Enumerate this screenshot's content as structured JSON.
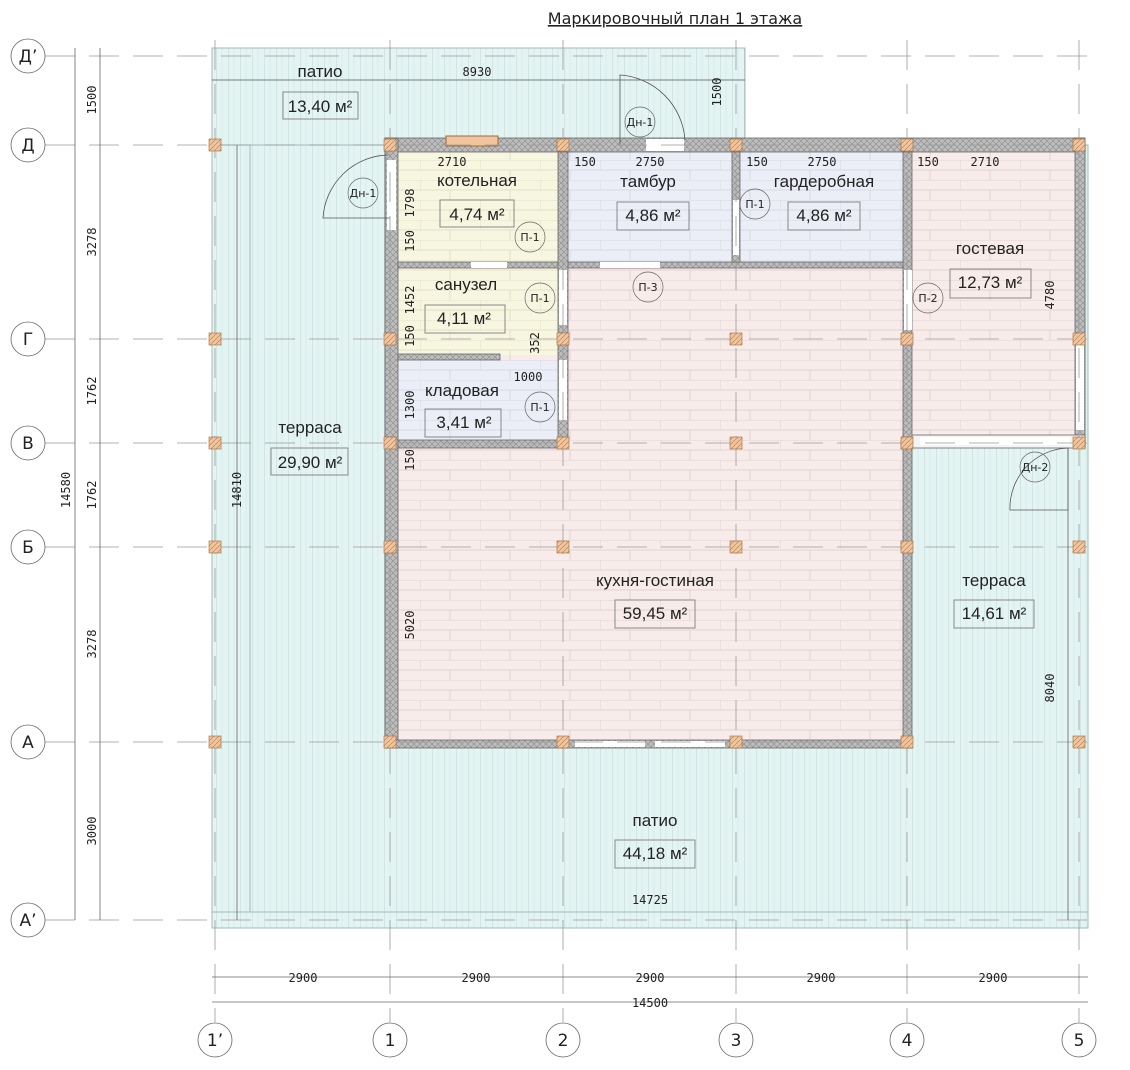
{
  "title": "Маркировочный план 1 этажа",
  "colors": {
    "terrace": "#e3f4f3",
    "warm": "#f8eceb",
    "cool": "#eceef7",
    "yellow": "#f7f6e0",
    "wall": "#b9b9b9",
    "column": "#f0c49c"
  },
  "rows": [
    "Д’",
    "Д",
    "Г",
    "В",
    "Б",
    "А",
    "А’"
  ],
  "cols": [
    "1’",
    "1",
    "2",
    "3",
    "4",
    "5"
  ],
  "rooms": {
    "patio_top": {
      "name": "патио",
      "area": "13,40 м²"
    },
    "terrace_left": {
      "name": "терраса",
      "area": "29,90 м²"
    },
    "boiler": {
      "name": "котельная",
      "area": "4,74 м²"
    },
    "vestibule": {
      "name": "тамбур",
      "area": "4,86 м²"
    },
    "wardrobe": {
      "name": "гардеробная",
      "area": "4,86 м²"
    },
    "guest": {
      "name": "гостевая",
      "area": "12,73 м²"
    },
    "bathroom": {
      "name": "санузел",
      "area": "4,11 м²"
    },
    "storage": {
      "name": "кладовая",
      "area": "3,41 м²"
    },
    "kitchen": {
      "name": "кухня-гостиная",
      "area": "59,45 м²"
    },
    "terrace_right": {
      "name": "терраса",
      "area": "14,61 м²"
    },
    "patio_bottom": {
      "name": "патио",
      "area": "44,18 м²"
    }
  },
  "tags": {
    "p1": "П-1",
    "p2": "П-2",
    "p3": "П-3",
    "dn1": "Дн-1",
    "dn2": "Дн-2"
  },
  "dims": {
    "top_8930": "8930",
    "top_1500": "1500",
    "w2710a": "2710",
    "w150a": "150",
    "w2750a": "2750",
    "w150b": "150",
    "w2750b": "2750",
    "w150c": "150",
    "w2710b": "2710",
    "h1798": "1798",
    "h150a": "150",
    "h1452": "1452",
    "h150b": "150",
    "h352": "352",
    "w1000": "1000",
    "h1300": "1300",
    "h150c": "150",
    "h5020": "5020",
    "h4780": "4780",
    "h8040": "8040",
    "h14810": "14810",
    "w14725": "14725",
    "left": [
      "1500",
      "3278",
      "1762",
      "1762",
      "3278",
      "3000"
    ],
    "left_total": "14580",
    "bottom": [
      "2900",
      "2900",
      "2900",
      "2900",
      "2900"
    ],
    "bottom_total": "14500"
  }
}
